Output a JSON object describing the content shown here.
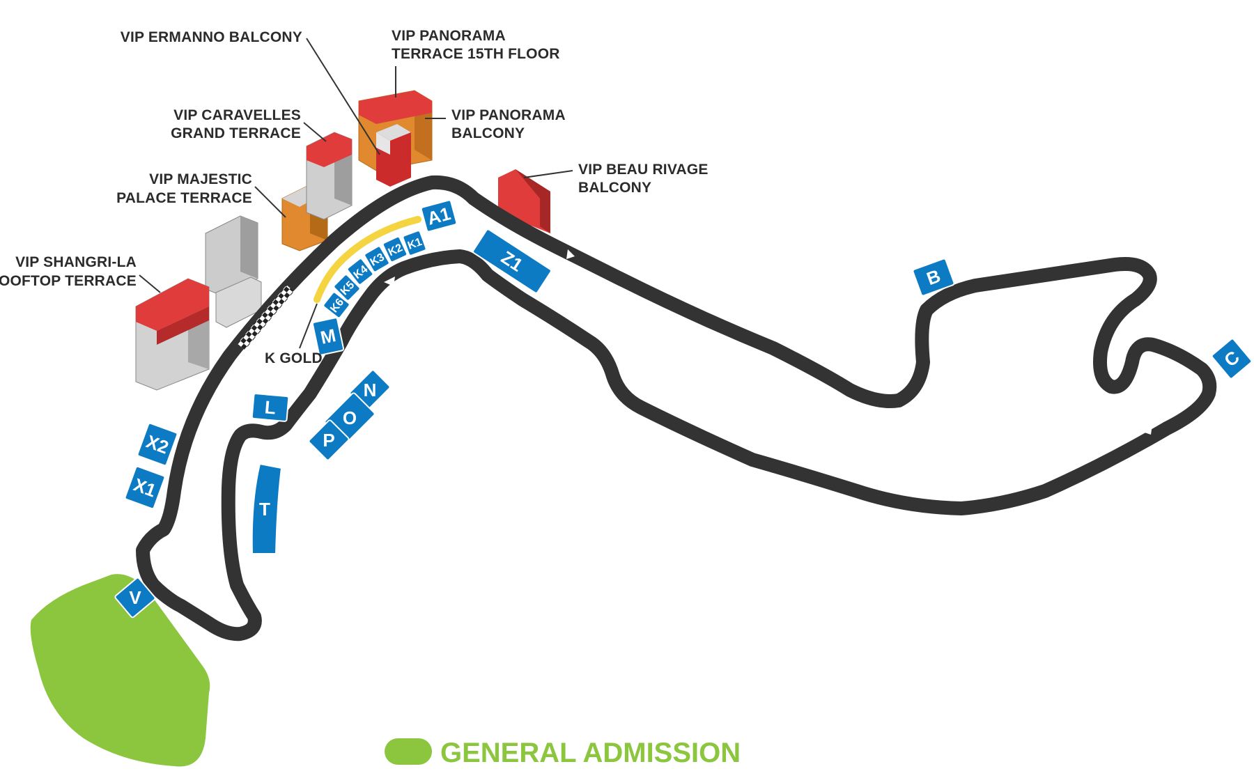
{
  "map": {
    "colors": {
      "track": "#333333",
      "stand": "#0d7bc4",
      "stand_border": "#ffffff",
      "vip_roof": "#e03c3c",
      "vip_orange": "#e0892e",
      "building_grey": "#bdbdbd",
      "general_admission": "#8cc63f",
      "k_gold": "#f5d442"
    },
    "vip": {
      "ermanno": "VIP ERMANNO BALCONY",
      "panorama_terrace_l1": "VIP PANORAMA",
      "panorama_terrace_l2": "TERRACE 15TH FLOOR",
      "panorama_balcony_l1": "VIP PANORAMA",
      "panorama_balcony_l2": "BALCONY",
      "caravelles_l1": "VIP CARAVELLES",
      "caravelles_l2": "GRAND TERRACE",
      "majestic_l1": "VIP MAJESTIC",
      "majestic_l2": "PALACE TERRACE",
      "shangrila_l1": "VIP SHANGRI-LA",
      "shangrila_l2": "ROOFTOP TERRACE",
      "beau_rivage_l1": "VIP BEAU RIVAGE",
      "beau_rivage_l2": "BALCONY"
    },
    "stands": {
      "a1": "A1",
      "z1": "Z1",
      "b": "B",
      "c": "C",
      "k1": "K1",
      "k2": "K2",
      "k3": "K3",
      "k4": "K4",
      "k5": "K5",
      "k6": "K6",
      "m": "M",
      "n": "N",
      "o": "O",
      "p": "P",
      "l": "L",
      "t": "T",
      "x1": "X1",
      "x2": "X2",
      "v": "V"
    },
    "k_gold": "K GOLD",
    "legend": {
      "general_admission": "GENERAL ADMISSION"
    }
  }
}
